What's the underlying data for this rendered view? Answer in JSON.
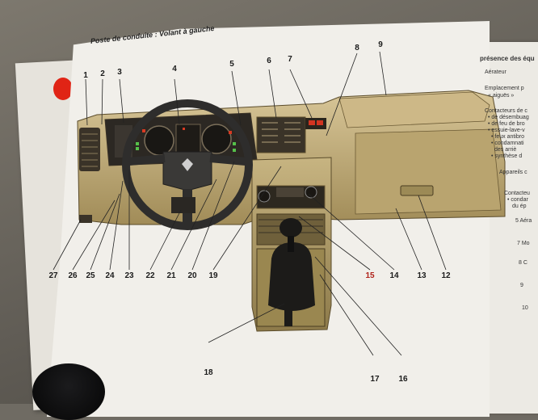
{
  "page_title": "Poste de conduite : Volant à gauche",
  "top_callouts": [
    "1",
    "2",
    "3",
    "4",
    "5",
    "6",
    "7",
    "8",
    "9"
  ],
  "bottom_callouts": [
    "27",
    "26",
    "25",
    "24",
    "23",
    "22",
    "21",
    "20",
    "19",
    "15",
    "14",
    "13",
    "12"
  ],
  "lower_callouts": [
    "18",
    "17",
    "16"
  ],
  "right_page": {
    "heading": "présence des équ",
    "lines": [
      "Aérateur",
      "Emplacement p",
      "« aiguës »",
      "Contacteurs de c",
      "• de désembuag",
      "• de feu de bro",
      "• essuie-lave-v",
      "• feux antibro",
      "• condamnati",
      "  des arriè",
      "• synthèse d",
      "Appareils c",
      "Contacteu",
      "• condar",
      "du ép"
    ],
    "numbered": [
      "5 Aéra",
      "7 Mo",
      "8 C",
      "9",
      "10"
    ]
  },
  "colors": {
    "red_callout": "#b0221a",
    "dashboard": "#b9a472",
    "page": "#f1efea"
  }
}
